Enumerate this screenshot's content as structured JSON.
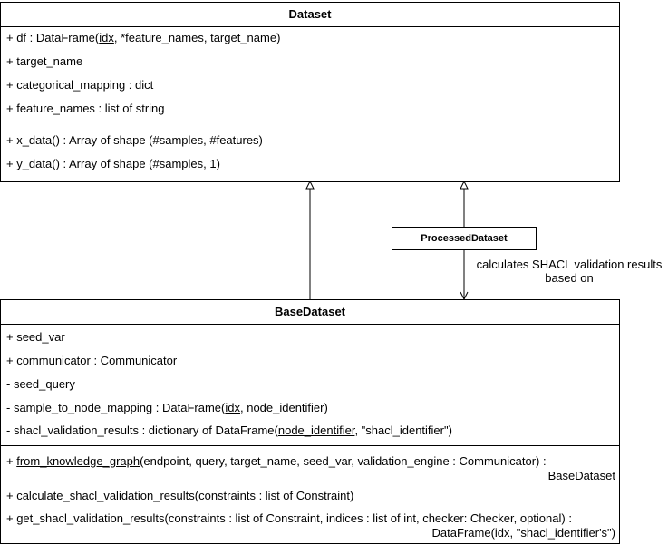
{
  "dataset": {
    "title": "Dataset",
    "attributes": {
      "df_prefix": "+ df : DataFrame(",
      "df_idx": "idx",
      "df_suffix": ", *feature_names,  target_name)",
      "target_name": "+ target_name",
      "categorical_mapping": "+ categorical_mapping : dict",
      "feature_names": "+ feature_names : list of string"
    },
    "methods": {
      "x_data": "+ x_data() : Array of shape (#samples, #features)",
      "y_data": "+ y_data() : Array of shape (#samples, 1)"
    }
  },
  "processed_dataset": {
    "title": "ProcessedDataset"
  },
  "association_label": {
    "line1": "calculates SHACL validation results",
    "line2": "based on"
  },
  "base_dataset": {
    "title": "BaseDataset",
    "attributes": {
      "seed_var": "+ seed_var",
      "communicator": "+ communicator : Communicator",
      "seed_query": "- seed_query",
      "mapping_prefix": "- sample_to_node_mapping : DataFrame(",
      "mapping_idx": "idx",
      "mapping_suffix": ", node_identifier)",
      "shacl_prefix": "- shacl_validation_results : dictionary of DataFrame(",
      "shacl_node_identifier": "node_identifier",
      "shacl_suffix": ", \"shacl_identifier\")"
    },
    "methods": {
      "fkg_prefix": "+ ",
      "fkg_name": "from_knowledge_graph",
      "fkg_params": "(endpoint, query, target_name, seed_var, validation_engine : Communicator) :",
      "fkg_return": "BaseDataset",
      "calc": "+ calculate_shacl_validation_results(constraints : list of Constraint)",
      "get_line1": "+ get_shacl_validation_results(constraints : list of Constraint, indices : list of int, checker: Checker, optional) :",
      "get_line2": "DataFrame(idx, \"shacl_identifier's\")"
    }
  }
}
